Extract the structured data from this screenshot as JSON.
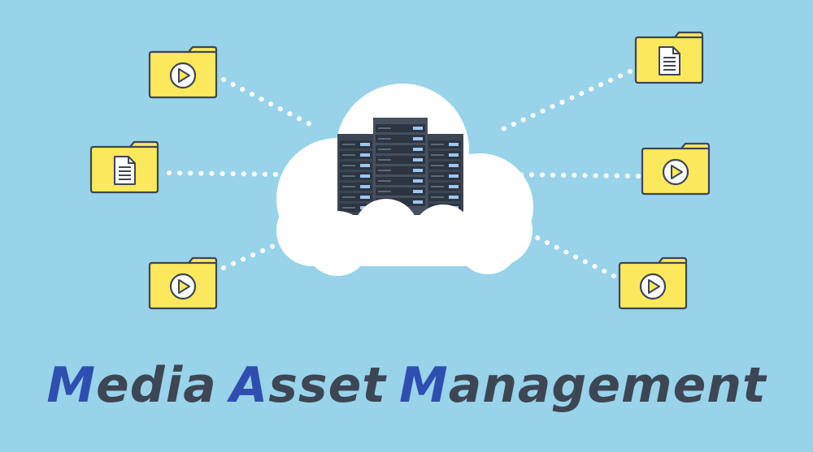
{
  "title": {
    "words": [
      {
        "initial": "M",
        "rest": "edia"
      },
      {
        "initial": "A",
        "rest": "sset"
      },
      {
        "initial": "M",
        "rest": "anagement"
      }
    ]
  },
  "colors": {
    "background": "#98d3ea",
    "folder_fill": "#fbe85c",
    "folder_outline": "#3d4654",
    "cloud": "#ffffff",
    "server_body": "#3d4654",
    "server_light": "#9fc6ee",
    "title_text": "#3d4654",
    "title_accent": "#2f4fb0",
    "connector": "#ffffff"
  },
  "folders": [
    {
      "side": "left",
      "icon": "play-icon"
    },
    {
      "side": "left",
      "icon": "document-icon"
    },
    {
      "side": "left",
      "icon": "play-icon"
    },
    {
      "side": "right",
      "icon": "document-icon"
    },
    {
      "side": "right",
      "icon": "play-icon"
    },
    {
      "side": "right",
      "icon": "play-icon"
    }
  ],
  "hub": {
    "icon": "cloud-server-icon"
  }
}
